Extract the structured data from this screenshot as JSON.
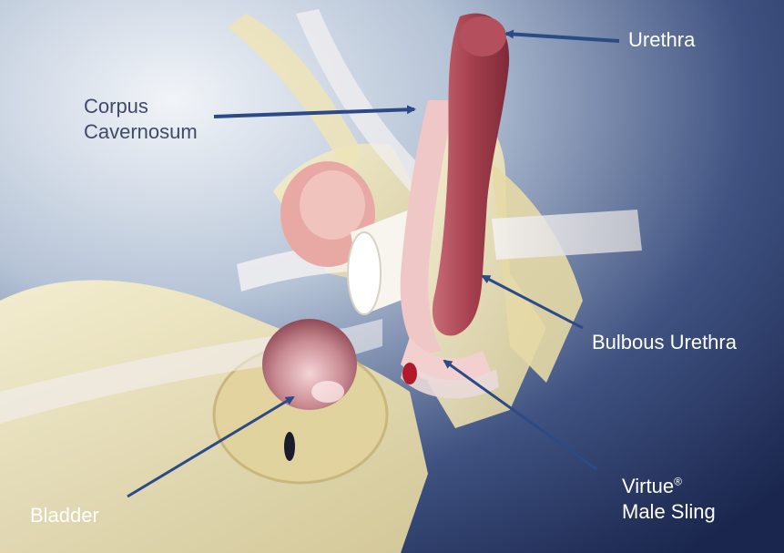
{
  "labels": {
    "urethra": "Urethra",
    "corpus_line1": "Corpus",
    "corpus_line2": "Cavernosum",
    "bulbous_urethra": "Bulbous Urethra",
    "bladder": "Bladder",
    "virtue_line1": "Virtue",
    "virtue_mark": "®",
    "virtue_line2": "Male Sling"
  },
  "colors": {
    "arrow": "#2b4a86",
    "background_top": "#e6ecf3",
    "background_bottom": "#1d2a55",
    "bone": "#efe6bf",
    "tissue_red": "#a6404e",
    "tissue_pink": "#f0c2c4",
    "sling": "#e8e6e6"
  }
}
